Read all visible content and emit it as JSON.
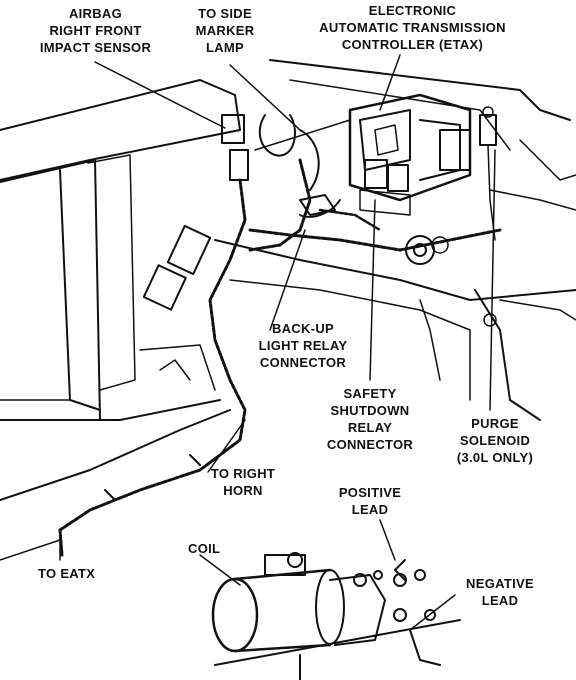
{
  "labels": {
    "airbag_sensor": "AIRBAG\nRIGHT FRONT\nIMPACT SENSOR",
    "side_marker": "TO SIDE\nMARKER\nLAMP",
    "etax": "ELECTRONIC\nAUTOMATIC TRANSMISSION\nCONTROLLER (ETAX)",
    "backup_relay": "BACK-UP\nLIGHT RELAY\nCONNECTOR",
    "safety_relay": "SAFETY\nSHUTDOWN\nRELAY\nCONNECTOR",
    "purge": "PURGE\nSOLENOID\n(3.0L ONLY)",
    "right_horn": "TO RIGHT\nHORN",
    "to_eatx": "TO EATX",
    "coil": "COIL",
    "positive_lead": "POSITIVE\nLEAD",
    "negative_lead": "NEGATIVE\nLEAD"
  },
  "colors": {
    "ink": "#111111",
    "paper": "#ffffff"
  }
}
